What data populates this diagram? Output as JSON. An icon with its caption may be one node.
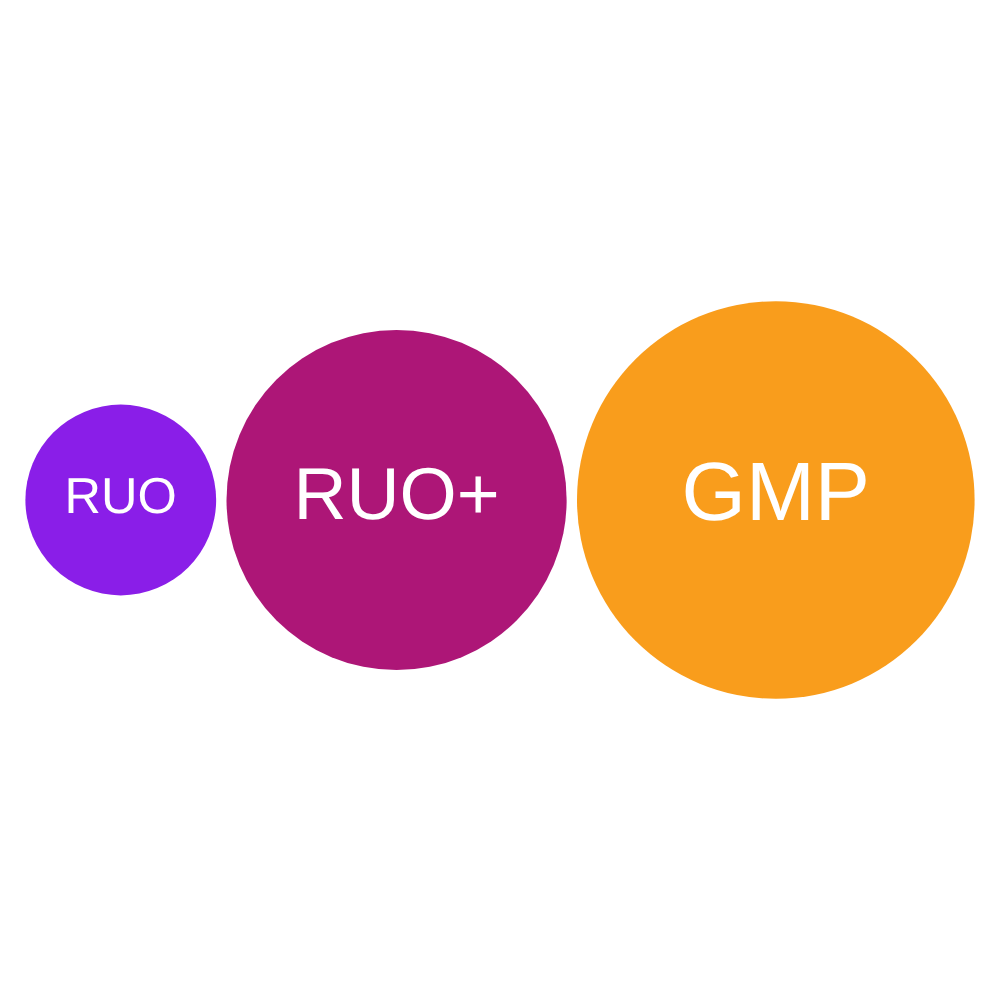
{
  "diagram": {
    "nodes": [
      {
        "text": [
          "RUO"
        ]
      },
      {
        "text": [
          "RUO+"
        ]
      },
      {
        "text": [
          "GMP"
        ]
      }
    ]
  }
}
